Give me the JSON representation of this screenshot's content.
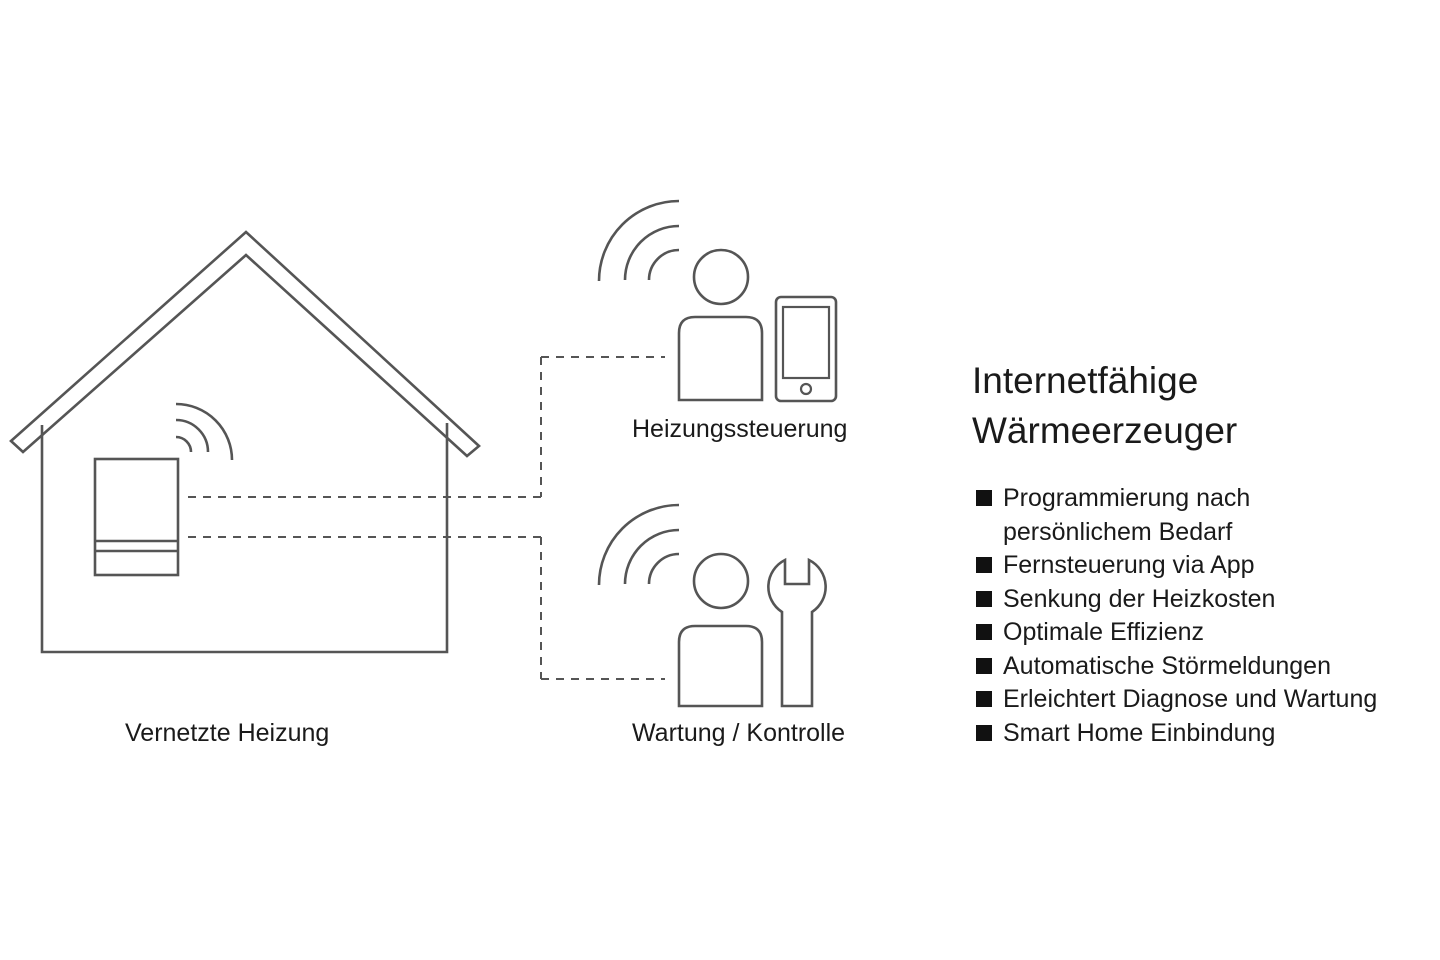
{
  "labels": {
    "house": "Vernetzte Heizung",
    "control": "Heizungssteuerung",
    "service": "Wartung / Kontrolle"
  },
  "panel": {
    "title_line1": "Internetfähige",
    "title_line2": "Wärmeerzeuger",
    "items": [
      "Programmierung nach\npersönlichem Bedarf",
      "Fernsteuerung via App",
      "Senkung der Heizkosten",
      "Optimale Effizienz",
      "Automatische Störmeldungen",
      "Erleichtert Diagnose und Wartung",
      "Smart Home Einbindung"
    ]
  },
  "icons": {
    "house": "house-icon",
    "boiler": "boiler-icon",
    "wifi": "wifi-icon",
    "person": "person-icon",
    "smartphone": "smartphone-icon",
    "wrench": "wrench-icon",
    "bullet": "square-bullet-icon"
  },
  "colors": {
    "line": "#555555",
    "text": "#1a1a1a",
    "background": "#ffffff"
  }
}
